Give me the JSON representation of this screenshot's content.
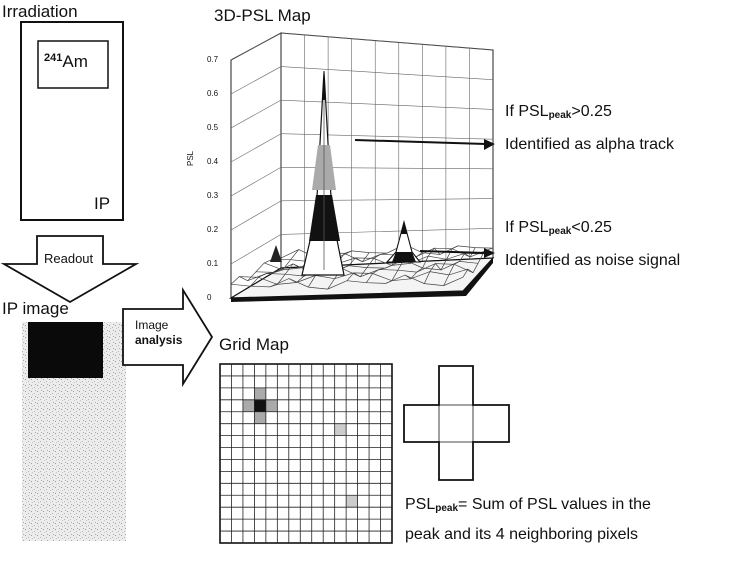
{
  "irradiation": {
    "title": "Irradiation",
    "source_mass": "241",
    "source_element": "Am",
    "plate_label": "IP"
  },
  "readout": {
    "label": "Readout"
  },
  "ip_image": {
    "title": "IP image"
  },
  "image_analysis": {
    "line1": "Image",
    "line2": "analysis"
  },
  "psl_map": {
    "title": "3D-PSL Map",
    "axis_label": "PSL",
    "ticks": [
      "0",
      "0.1",
      "0.2",
      "0.3",
      "0.4",
      "0.5",
      "0.6",
      "0.7"
    ]
  },
  "rule_alpha": {
    "condition_prefix": "If PSL",
    "condition_sub": "peak",
    "condition_suffix": ">0.25",
    "result": "Identified as alpha track"
  },
  "rule_noise": {
    "condition_prefix": "If PSL",
    "condition_sub": "peak",
    "condition_suffix": "<0.25",
    "result": "Identified as noise signal"
  },
  "grid_map": {
    "title": "Grid Map"
  },
  "definition": {
    "term": "PSL",
    "term_sub": "peak",
    "line1_rest": "= Sum of PSL values in the",
    "line2": "peak and its 4 neighboring pixels"
  }
}
